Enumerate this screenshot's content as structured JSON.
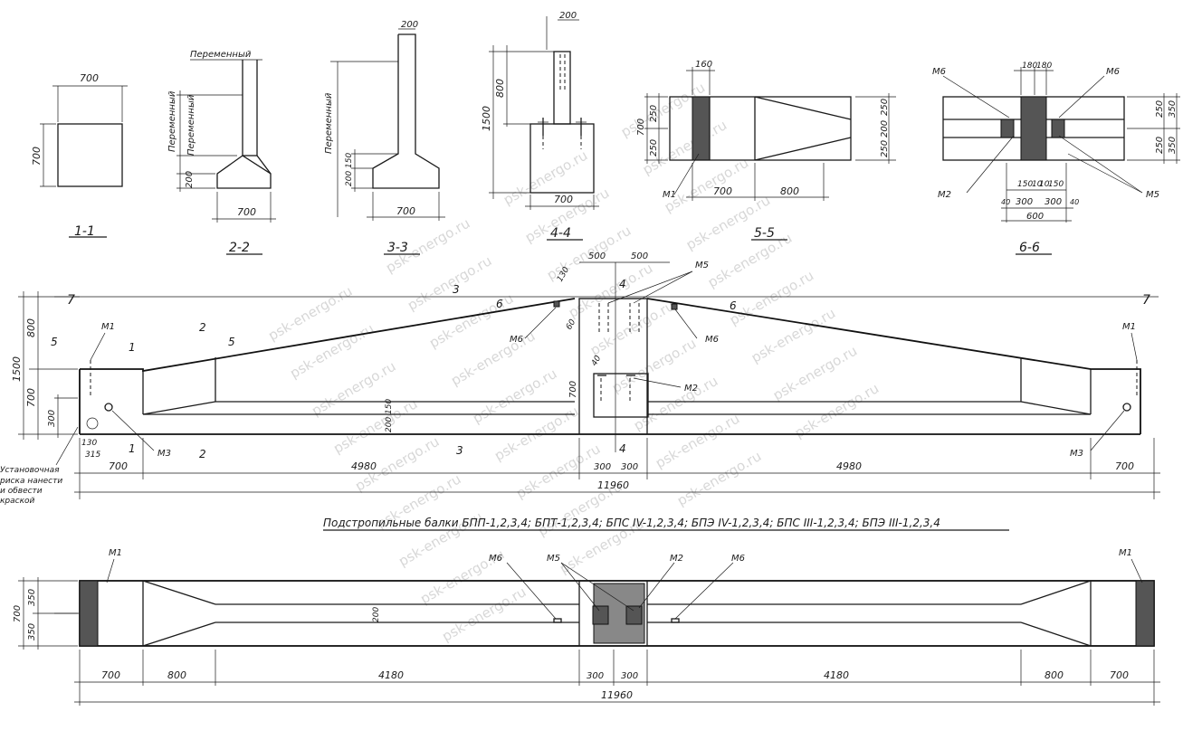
{
  "sections": {
    "s1": "1-1",
    "s2": "2-2",
    "s3": "3-3",
    "s4": "4-4",
    "s5": "5-5",
    "s6": "6-6"
  },
  "labels": {
    "variable": "Переменный",
    "m1": "М1",
    "m2": "М2",
    "m3": "М3",
    "m5": "М5",
    "m6": "М6",
    "note_line1": "Установочная",
    "note_line2": "риска нанести",
    "note_line3": "и обвести",
    "note_line4": "краской",
    "title": "Подстропильные балки БПП-1,2,3,4; БПТ-1,2,3,4; БПС IV-1,2,3,4; БПЭ IV-1,2,3,4; БПС III-1,2,3,4; БПЭ III-1,2,3,4"
  },
  "dims": {
    "d700": "700",
    "d800": "800",
    "d1500": "1500",
    "d200": "200",
    "d150": "150",
    "d160": "160",
    "d180": "180",
    "d250": "250",
    "d300": "300",
    "d350": "350",
    "d500": "500",
    "d600": "600",
    "d10": "10",
    "d40": "40",
    "d60": "60",
    "d130": "130",
    "d315": "315",
    "d4980": "4980",
    "d4180": "4180",
    "d11960": "11960"
  },
  "section_marks": {
    "m1": "1",
    "m2": "2",
    "m3": "3",
    "m4": "4",
    "m5": "5",
    "m6": "6",
    "m7": "7"
  },
  "watermark": "psk-energo.ru"
}
